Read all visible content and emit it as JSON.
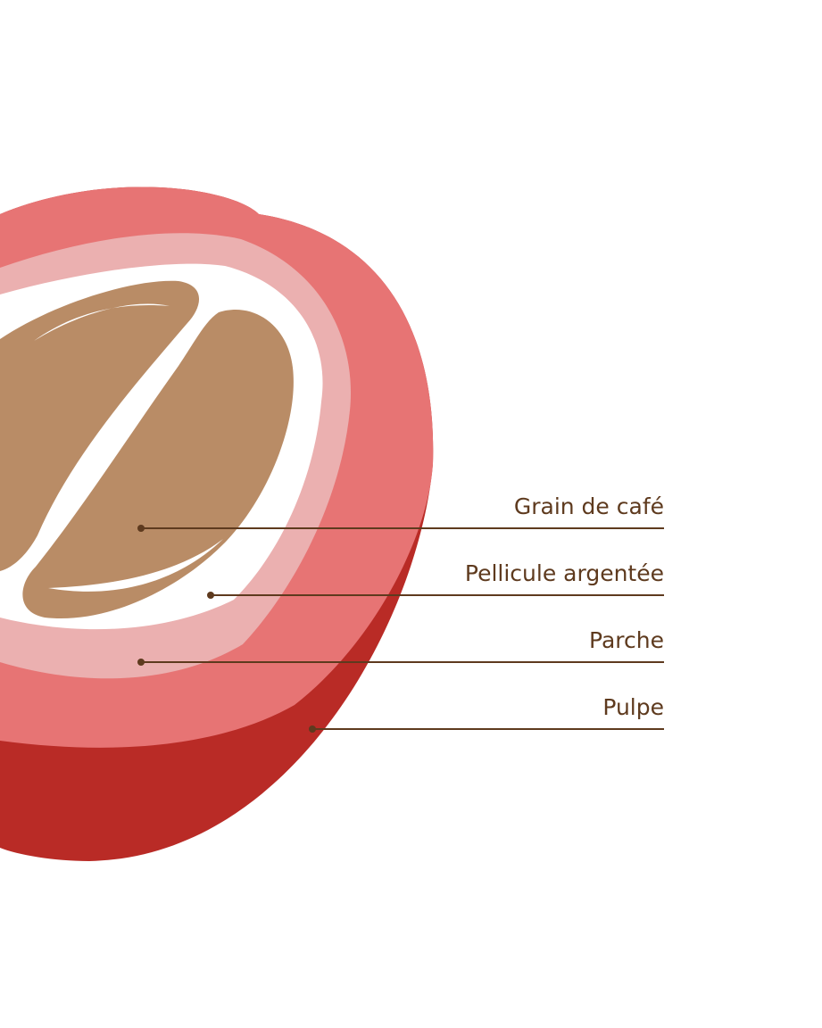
{
  "colors": {
    "pulp_skin": "#b92b26",
    "pulp": "#e77474",
    "parchment": "#ebb0b0",
    "silver_skin": "#ffffff",
    "bean": "#b98c66",
    "label_text": "#5e3a1e"
  },
  "labels": [
    {
      "id": "grain",
      "text": "Grain de café"
    },
    {
      "id": "pellicule",
      "text": "Pellicule argentée"
    },
    {
      "id": "parche",
      "text": "Parche"
    },
    {
      "id": "pulpe",
      "text": "Pulpe"
    }
  ]
}
